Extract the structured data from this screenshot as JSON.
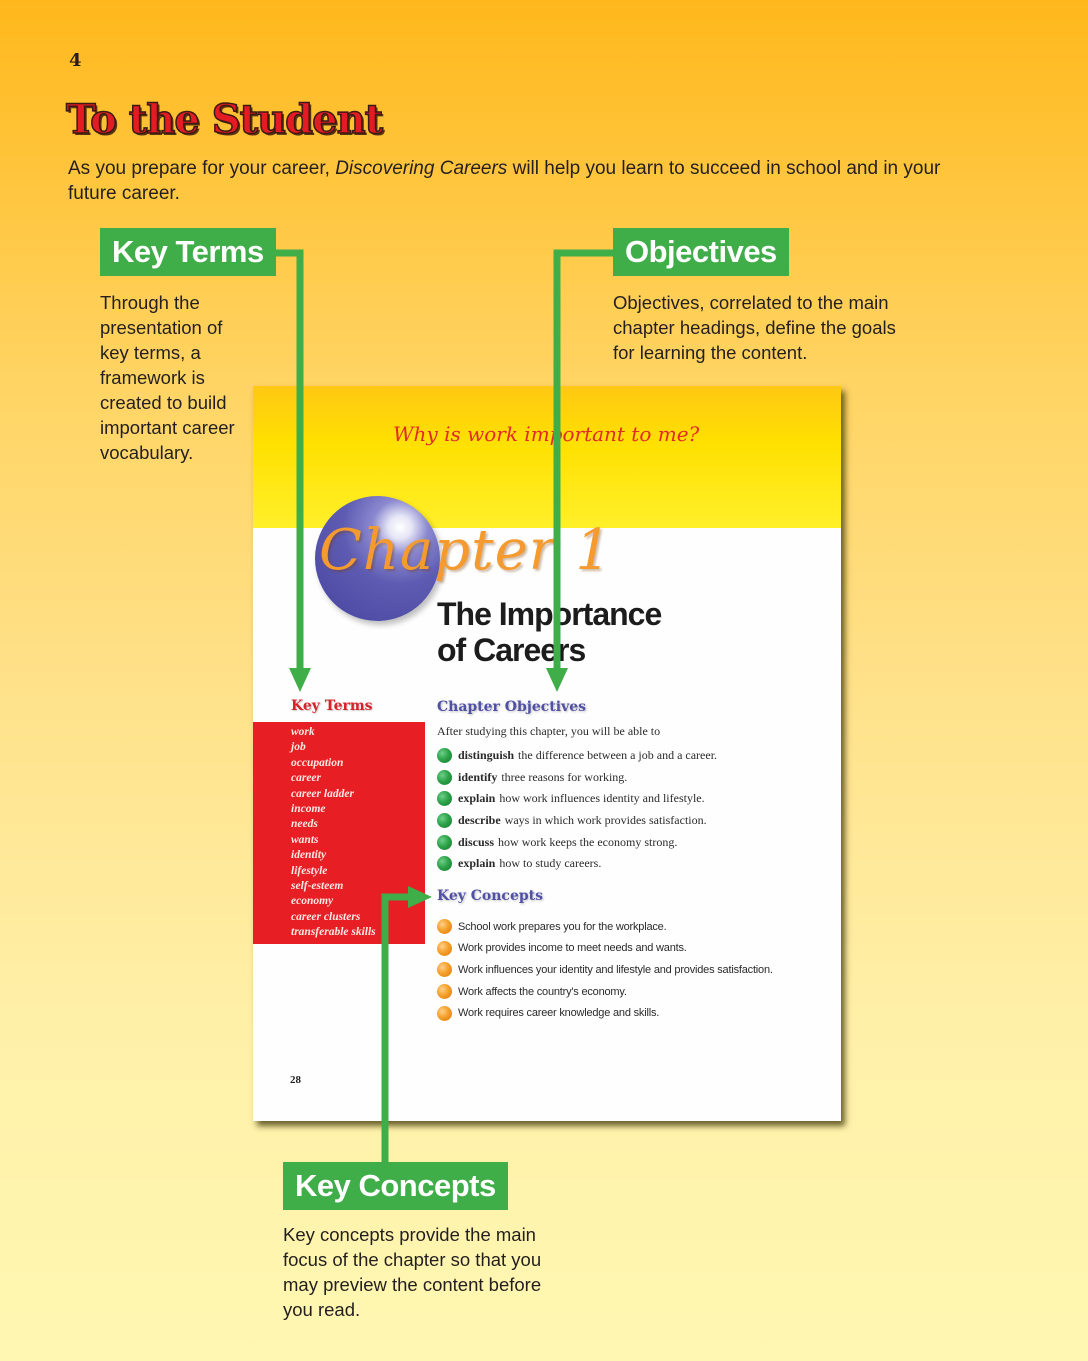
{
  "page": {
    "number": "4",
    "title": "To the Student",
    "intro_before": "As you prepare for your career, ",
    "intro_italic": "Discovering Careers",
    "intro_after": " will help you learn to succeed in school and in your future career."
  },
  "callouts": {
    "key_terms": {
      "label": "Key Terms",
      "text": "Through the presentation of key terms, a framework is created to build important career vocabulary."
    },
    "objectives": {
      "label": "Objectives",
      "text": "Objectives, correlated to the main chapter headings, define the goals for learning the content."
    },
    "key_concepts": {
      "label": "Key Concepts",
      "text": "Key concepts provide the main focus of the chapter so that you may preview the content before you read."
    }
  },
  "colors": {
    "callout_green": "#3fae49",
    "title_red": "#e31b23",
    "key_terms_red": "#e81e25",
    "heading_purple": "#5050a5"
  },
  "chapter_sample": {
    "question": "Why is work important to me?",
    "chapter_label": "Chapter 1",
    "title_line1": "The Importance",
    "title_line2": "of Careers",
    "key_terms_heading": "Key Terms",
    "key_terms": [
      "work",
      "job",
      "occupation",
      "career",
      "career ladder",
      "income",
      "needs",
      "wants",
      "identity",
      "lifestyle",
      "self-esteem",
      "economy",
      "career clusters",
      "transferable skills"
    ],
    "objectives_heading": "Chapter Objectives",
    "objectives_intro": "After studying this chapter, you will be able to",
    "objectives": [
      {
        "verb": "distinguish",
        "rest": "the difference between a job and a career."
      },
      {
        "verb": "identify",
        "rest": "three reasons for working."
      },
      {
        "verb": "explain",
        "rest": "how work influences identity and lifestyle."
      },
      {
        "verb": "describe",
        "rest": "ways in which work provides satisfaction."
      },
      {
        "verb": "discuss",
        "rest": "how work keeps the economy strong."
      },
      {
        "verb": "explain",
        "rest": "how to study careers."
      }
    ],
    "key_concepts_heading": "Key Concepts",
    "key_concepts": [
      "School work prepares you for the workplace.",
      "Work provides income to meet needs and wants.",
      "Work influences your identity and lifestyle and provides satisfaction.",
      "Work affects the country's economy.",
      "Work requires career knowledge and skills."
    ],
    "page_number": "28"
  }
}
